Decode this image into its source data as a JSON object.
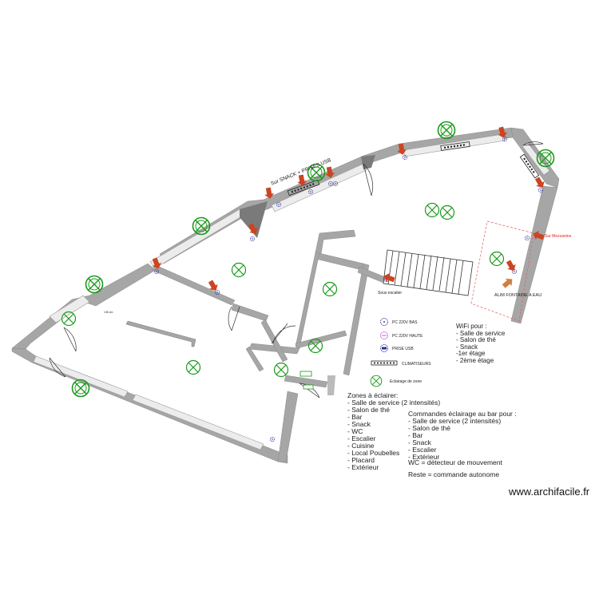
{
  "labels": {
    "snack_sockets": "Sur SNACK + PRISES USB",
    "mezzanine": "Sur Mezzanine",
    "under_stairs": "Sous escalier",
    "fountain": "ALIM FONTAINE A EAU",
    "small_mark": "136 cm"
  },
  "legend": {
    "items": [
      {
        "label": "PC 220V BAS",
        "icon": "socket-low-icon",
        "color": "#3a3aa0"
      },
      {
        "label": "PC 220V HAUTE",
        "icon": "socket-high-icon",
        "color": "#c03cc0"
      },
      {
        "label": "PRISE USB",
        "icon": "usb-socket-icon",
        "color": "#2a2aa0"
      },
      {
        "label": "CLIMATISEURS",
        "icon": "air-conditioner-icon",
        "color": "#222222"
      },
      {
        "label": "Eclairage de zone",
        "icon": "zone-light-icon",
        "color": "#1a9a1a"
      }
    ]
  },
  "wifi": {
    "title": "WiFi pour :",
    "items": [
      "- Salle de service",
      "- Salon de thé",
      "- Snack",
      "-1er étage",
      "- 2ème étage"
    ]
  },
  "zones": {
    "title": "Zones à éclairer:",
    "items": [
      "- Salle de service (2 intensités)",
      "- Salon de thé",
      "- Bar",
      "- Snack",
      "- WC",
      "- Escalier",
      "- Cuisine",
      "- Local Poubelles",
      "- Placard",
      "- Extérieur"
    ]
  },
  "commands": {
    "title": "Commandes éclairage au bar pour :",
    "items": [
      "- Salle de service (2 intensités)",
      "- Salon de thé",
      "- Bar",
      "- Snack",
      "- Escalier",
      "- Extérieur"
    ]
  },
  "wc_note": "WC = détecteur de mouvement",
  "rest_note": "Reste = commande autonome",
  "watermark": "www.archifacile.fr",
  "colors": {
    "wall": "#a6a6a6",
    "light": "#1a9a1a",
    "arrow": "#cc4422",
    "fountain_arrow": "#d08040",
    "mezzanine_label": "#e02020"
  }
}
